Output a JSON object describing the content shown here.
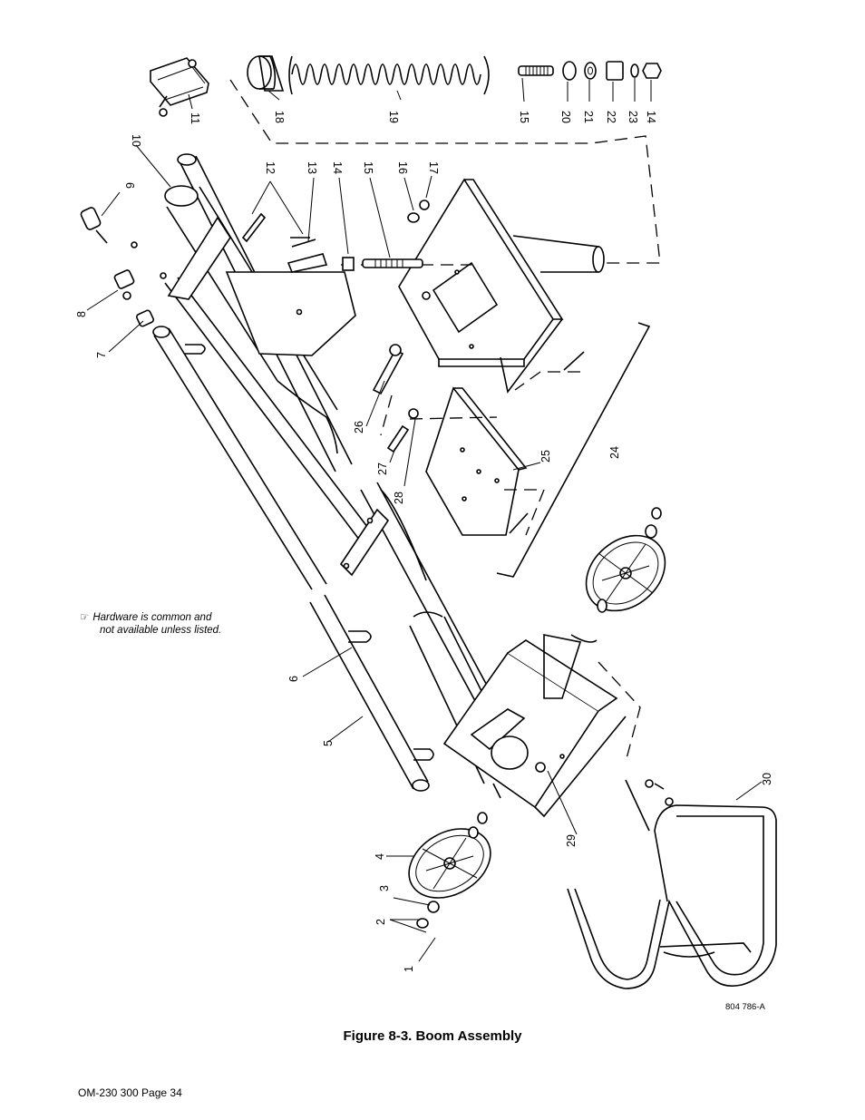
{
  "figure": {
    "caption": "Figure 8-3. Boom Assembly",
    "drawing_number": "804 786-A",
    "note_icon": "pointing-hand-icon",
    "note_line1": "Hardware is common and",
    "note_line2": "not available unless listed."
  },
  "footer": {
    "page_label": "OM-230 300 Page 34"
  },
  "callouts": [
    "1",
    "2",
    "3",
    "4",
    "5",
    "6",
    "7",
    "8",
    "9",
    "10",
    "11",
    "12",
    "13",
    "14",
    "15",
    "16",
    "17",
    "18",
    "19",
    "15",
    "20",
    "21",
    "22",
    "23",
    "14",
    "24",
    "25",
    "26",
    "27",
    "28",
    "29",
    "30"
  ]
}
